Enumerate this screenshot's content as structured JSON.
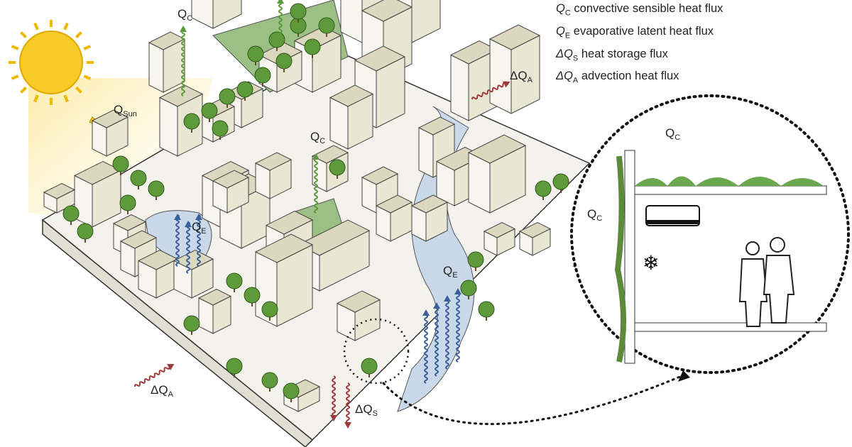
{
  "legend": [
    {
      "symbol": "Q",
      "sub": "C",
      "text": "convective sensible heat flux"
    },
    {
      "symbol": "Q",
      "sub": "E",
      "text": "evaporative latent heat flux"
    },
    {
      "symbol": "ΔQ",
      "sub": "S",
      "text": "heat storage flux"
    },
    {
      "symbol": "ΔQ",
      "sub": "A",
      "text": "advection heat flux"
    }
  ],
  "labels": {
    "qc": {
      "symbol": "Q",
      "sub": "C"
    },
    "qsun": {
      "symbol": "Q",
      "sub": "Sun"
    },
    "qe": {
      "symbol": "Q",
      "sub": "E"
    },
    "dqa": {
      "symbol": "ΔQ",
      "sub": "A"
    },
    "dqs": {
      "symbol": "ΔQ",
      "sub": "S"
    }
  },
  "colors": {
    "convective": "#5a9a3a",
    "evaporative": "#3a5f9a",
    "storage": "#a03a3a",
    "building": "#e9e6d4",
    "tree": "#5f9a3a",
    "water": "#c9d9ea",
    "sun": "#f5c518"
  }
}
